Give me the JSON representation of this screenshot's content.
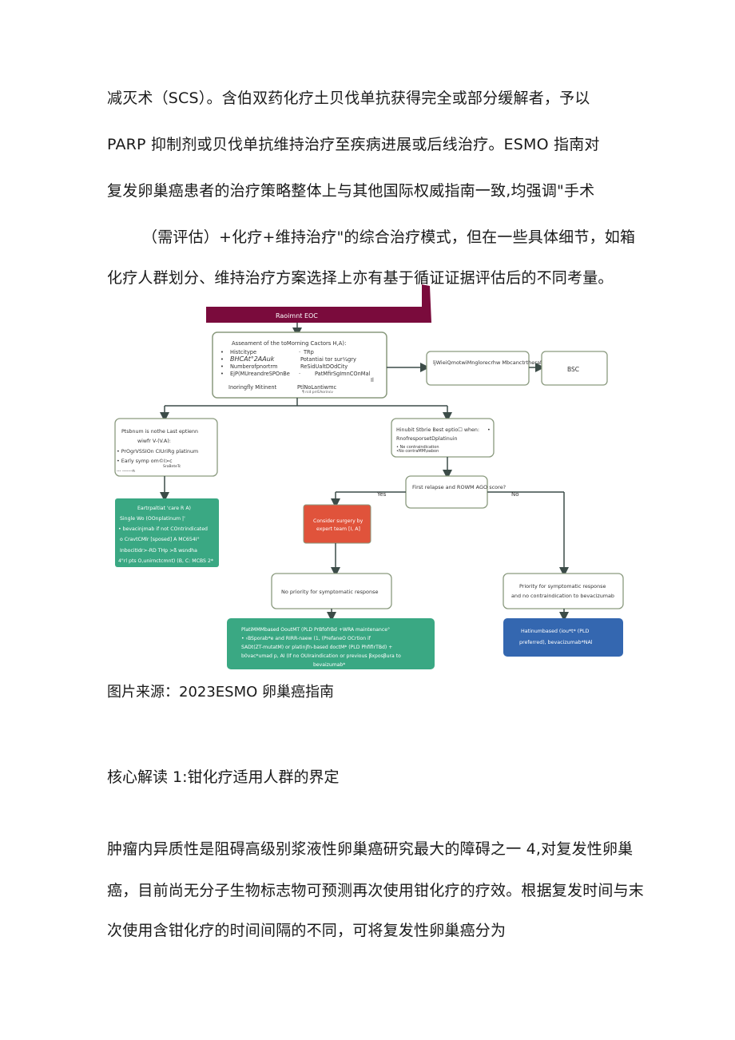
{
  "paragraph1": [
    "减灭术（SCS）。含伯双药化疗土贝伐单抗获得完全或部分缓解者，予以",
    "PARP 抑制剂或贝伐单抗维持治疗至疾病进展或后线治疗。ESMO 指南对",
    "复发卵巢癌患者的治疗策略整体上与其他国际权威指南一致,均强调\"手术",
    "（需评估）+化疗+维持治疗\"的综合治疗模式，但在一些具体细节，如箱",
    "化疗人群划分、维持治疗方案选择上亦有基于循证证据评估后的不同考量。"
  ],
  "flowchart": {
    "top_label": "Raoimnt EOC",
    "assessment": {
      "title": "Asseament of the toMorning Cactors H,A):",
      "left_items": [
        "Histcitype",
        "BHCAt°2AAuk",
        "Numberofpnortrm",
        "EjP(MUreandreSPOnBe"
      ],
      "right_items": [
        "TRp",
        "Potantiai tor sur¼gry",
        "ReSidUaltDOdCity",
        "PatMfirSgImnCOnMal"
      ],
      "bullet": "•",
      "dash": "·",
      "footer_left": "Inoringfly Mitinent",
      "footer_right": "PtlNoLantiwmc",
      "footer_right_under": "¶ rcd prrEAorincv",
      "footer_mark": "Il"
    },
    "bsc_option": "ljWieiQmotwiMnglorecrhw Mbcanctrtheraflty",
    "bsc": "BSC",
    "platinum_left": {
      "line1": "Ptsbnum is nothe Last eptienn",
      "line2": "wiwfr   V-(V.A):",
      "line3": "• PrOgrVSSIOn CIUriRg platinum",
      "line4": "• Early symp   om©I>c",
      "line4b": "SraBnteTc",
      "line5": "--- -------n"
    },
    "platinum_right": {
      "line1": "Hinubit Stbrie Best eptio☐ when:",
      "line2": "RnofresporsetDplatinuin",
      "line3": "• Ne contraindication",
      "line3b": "•No contraMM\\oabon",
      "bullet_right": "•"
    },
    "green_left": [
      "Eartrpaltiat 'care R A)",
      "Single Wo (OOnplatinum |'",
      "• bevacinjmab if not COntrindicated",
      "o CravtCMlr [sposed] A MC654I°",
      "InbocitIdr>-RD  THp >ß wsndha",
      "4\"rl pts O,unirnctcmnt) (B, C: MCBS 2*"
    ],
    "first_relapse": "First relapse and ROWM AGO score?",
    "yes": "Yes",
    "no": "No",
    "surgery": [
      "Consider surgery by",
      "expert team [I, A]"
    ],
    "no_priority": "No priority for symptomatic response",
    "priority": [
      "Priority for symptomatic response",
      "and no contraindication to bevacizumab"
    ],
    "green_bottom": [
      "PlatiMMMbased OoutMT (PLD PrBfofrBd   +WRA maintenance°",
      "• ›BSporab*e and RIRR-naew (1,   (PrefaneO OCrtion if",
      "SADt(ZT-mutatM) or platinjfn-based doctM* (PLD PhfIfirTBd) +",
      "b0vac*umad p, AI (If no OUIraindication or previous βxposβura to",
      "bevaizumab*"
    ],
    "blue_bottom": [
      "Hatinumbased (iou*t* (PLD",
      "preferred), bevacizumab*NAl"
    ],
    "colors": {
      "maroon": "#7a0b3c",
      "green": "#3aa883",
      "red": "#e0533b",
      "blue": "#3467b0",
      "node_border": "#8a9a7e",
      "connector": "#3c4c48"
    }
  },
  "caption": "图片来源：2023ESMO 卵巢癌指南",
  "heading": "核心解读 1:钳化疗适用人群的界定",
  "paragraph2": [
    "肿瘤内异质性是阻碍高级别浆液性卵巢癌研究最大的障碍之一 4,对复发性卵巢",
    "癌，目前尚无分子生物标志物可预测再次使用钳化疗的疗效。根据复发时间与末",
    "次使用含钳化疗的时间间隔的不同，可将复发性卵巢癌分为"
  ]
}
